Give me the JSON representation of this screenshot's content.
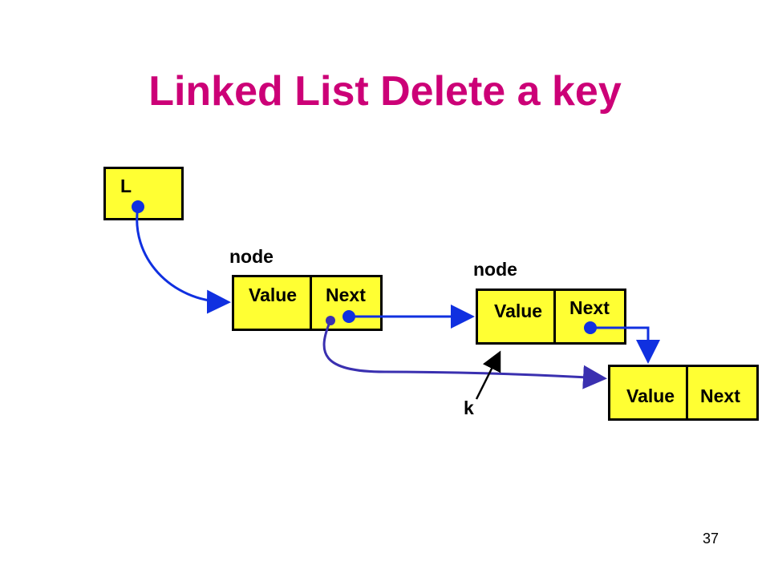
{
  "title": "Linked List Delete a key",
  "head_pointer_label": "L",
  "nodes": [
    {
      "caption": "node",
      "value_label": "Value",
      "next_label": "Next"
    },
    {
      "caption": "node",
      "value_label": "Value",
      "next_label": "Next"
    },
    {
      "caption": "",
      "value_label": "Value",
      "next_label": "Next"
    }
  ],
  "pointer_label": "k",
  "page_number": "37",
  "colors": {
    "title": "#cc0077",
    "node_fill": "#ffff33",
    "pointer_old": "#1030e0",
    "pointer_new": "#3a30b0"
  }
}
